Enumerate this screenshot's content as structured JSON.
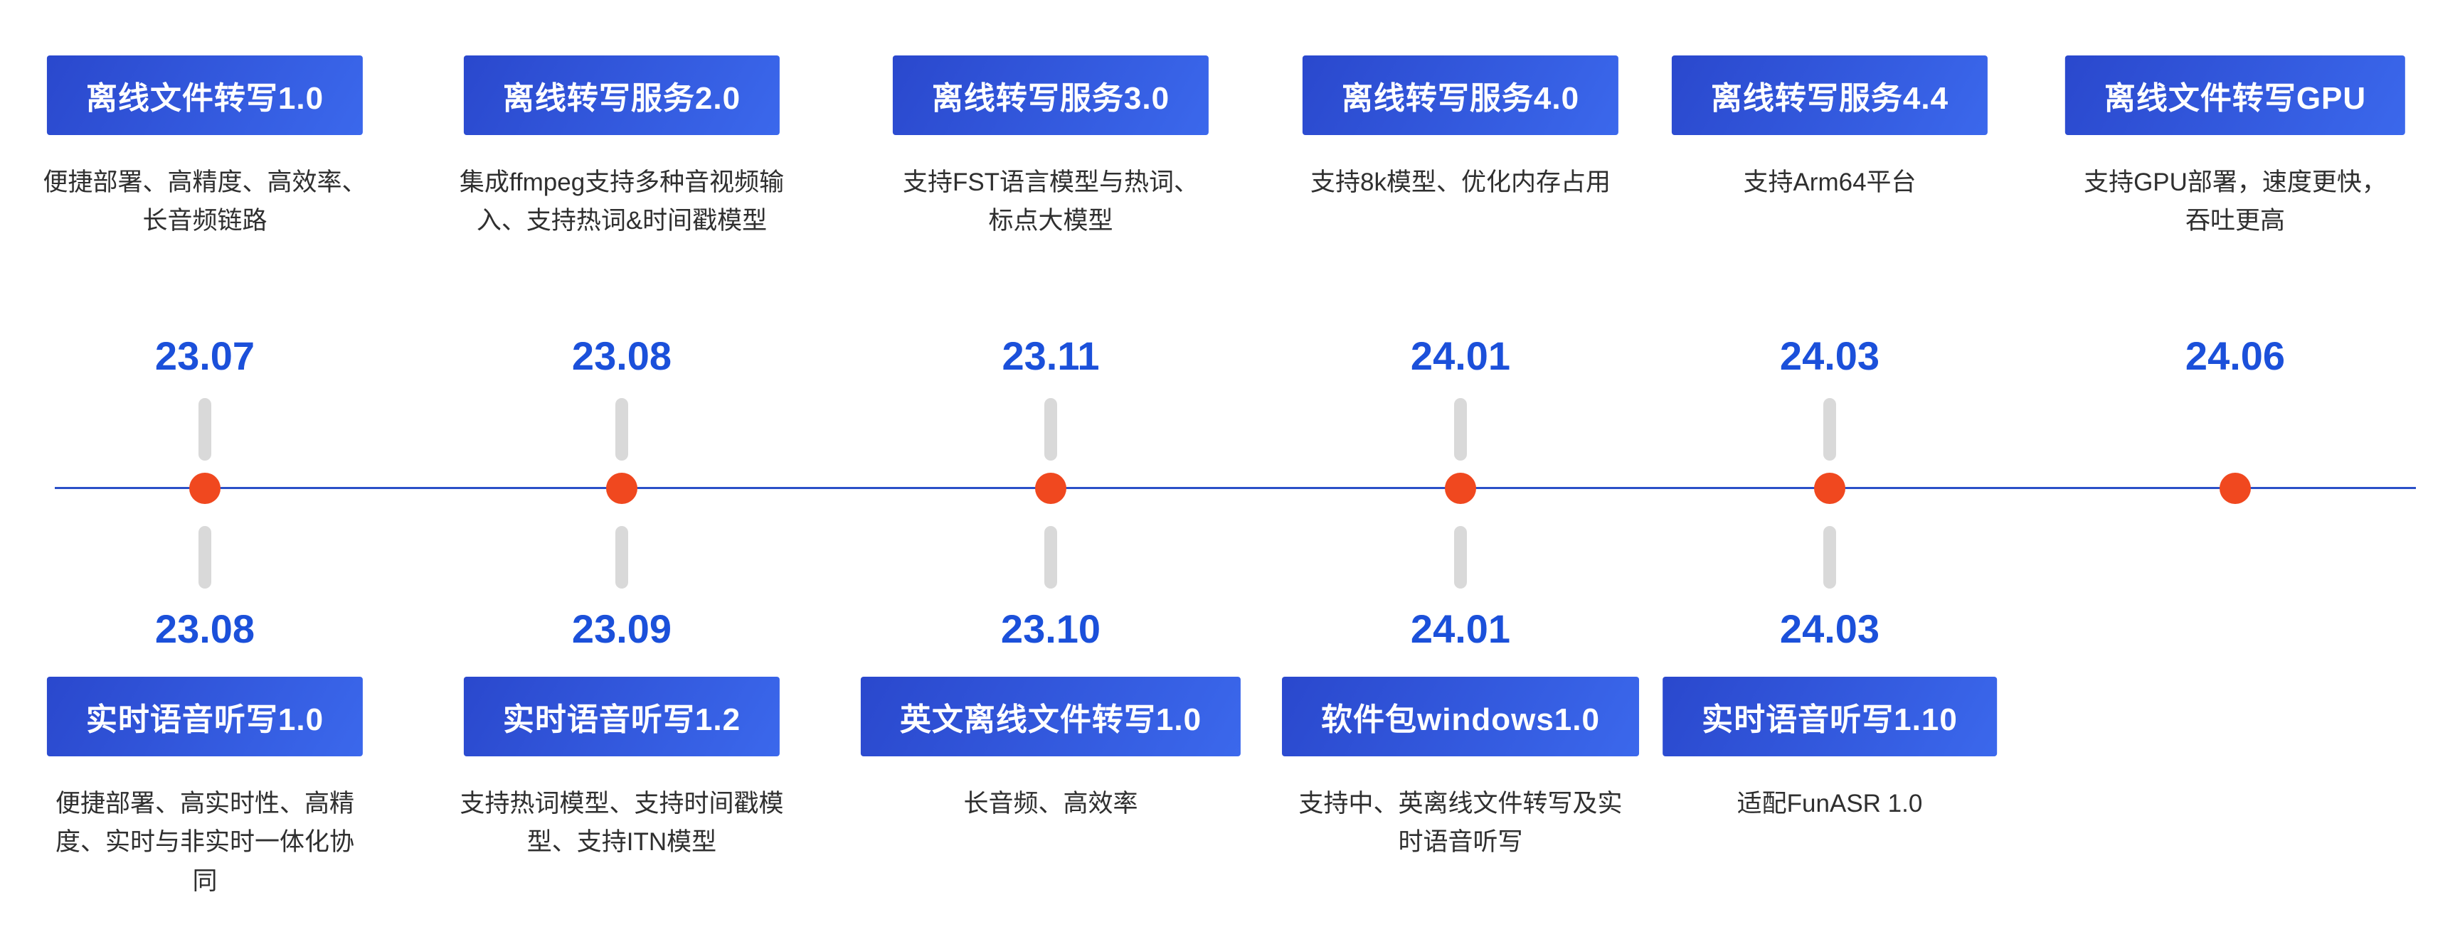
{
  "colors": {
    "box-gradient-start": "#2a48cd",
    "box-gradient-end": "#3b68ec",
    "date-blue": "#1b50da",
    "dot-orange": "#f0481f",
    "line-blue": "#2b50c8",
    "tick-gray": "#d9d9d9",
    "desc-text": "#2f2f2f",
    "box-text": "#ffffff",
    "background": "#ffffff"
  },
  "top_items": [
    {
      "title": "离线文件转写1.0",
      "desc": "便捷部署、高精度、高效率、长音频链路",
      "date": "23.07"
    },
    {
      "title": "离线转写服务2.0",
      "desc": "集成ffmpeg支持多种音视频输入、支持热词&时间戳模型",
      "date": "23.08"
    },
    {
      "title": "离线转写服务3.0",
      "desc": "支持FST语言模型与热词、标点大模型",
      "date": "23.11"
    },
    {
      "title": "离线转写服务4.0",
      "desc": "支持8k模型、优化内存占用",
      "date": "24.01"
    },
    {
      "title": "离线转写服务4.4",
      "desc": "支持Arm64平台",
      "date": "24.03"
    },
    {
      "title": "离线文件转写GPU",
      "desc": "支持GPU部署，速度更快，吞吐更高",
      "date": "24.06"
    }
  ],
  "bottom_items": [
    {
      "date": "23.08",
      "title": "实时语音听写1.0",
      "desc": "便捷部署、高实时性、高精度、实时与非实时一体化协同"
    },
    {
      "date": "23.09",
      "title": "实时语音听写1.2",
      "desc": "支持热词模型、支持时间戳模型、支持ITN模型"
    },
    {
      "date": "23.10",
      "title": "英文离线文件转写1.0",
      "desc": "长音频、高效率"
    },
    {
      "date": "24.01",
      "title": "软件包windows1.0",
      "desc": "支持中、英离线文件转写及实时语音听写"
    },
    {
      "date": "24.03",
      "title": "实时语音听写1.10",
      "desc": "适配FunASR 1.0"
    }
  ]
}
